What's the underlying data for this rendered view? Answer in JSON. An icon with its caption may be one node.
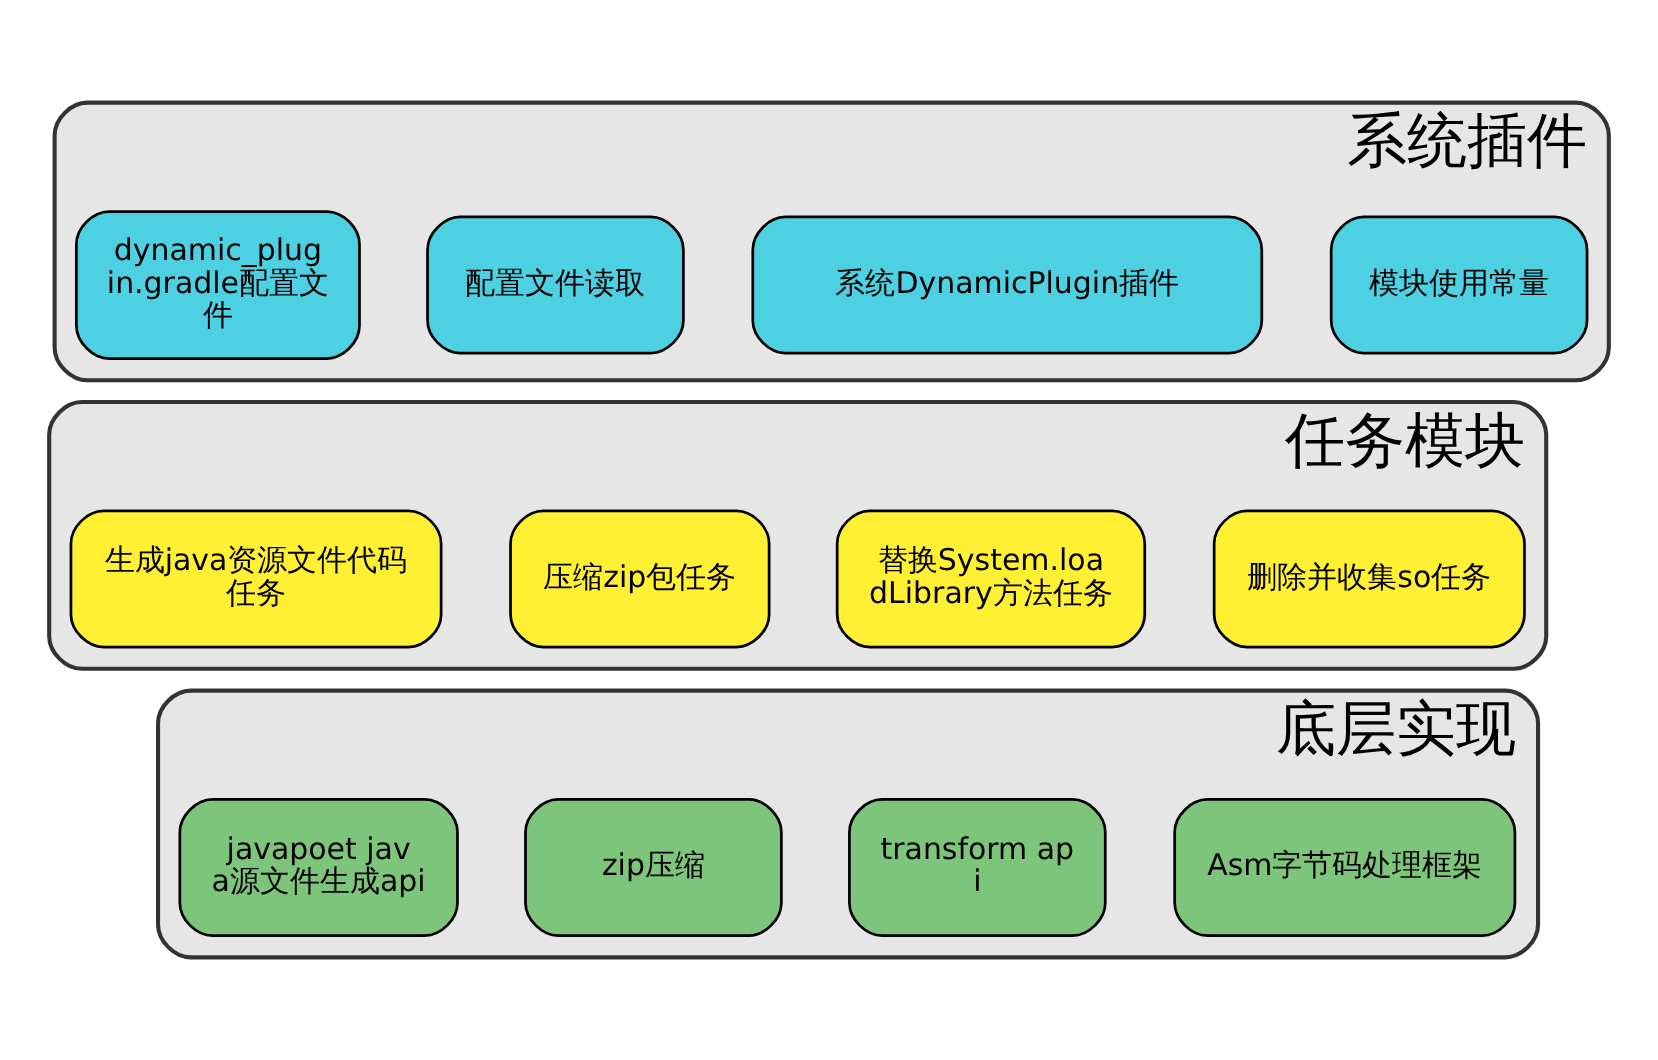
{
  "diagram": {
    "nodes": [
      {
        "text": [
          "系统插件"
        ]
      },
      {
        "text": [
          "模块使用常量"
        ],
        "in": 0
      },
      {
        "text": [
          "系统DynamicPlugin插件"
        ],
        "in": 0
      },
      {
        "text": [
          "配置文件读取"
        ],
        "in": 0
      },
      {
        "text": [
          "dynamic_plugin.gradle配置文件"
        ],
        "in": 0
      },
      {
        "text": [
          "任务模块"
        ]
      },
      {
        "text": [
          "删除并收集so任务"
        ],
        "in": 5
      },
      {
        "text": [
          "替换System.loadLibrary方法任务"
        ],
        "in": 5
      },
      {
        "text": [
          "压缩zip包任务"
        ],
        "in": 5
      },
      {
        "text": [
          "生成java资源文件代码任务"
        ],
        "in": 5
      },
      {
        "text": [
          "底层实现"
        ]
      },
      {
        "text": [
          "Asm字节码处理框架"
        ],
        "in": 10
      },
      {
        "text": [
          "transform api"
        ],
        "in": 10
      },
      {
        "text": [
          "zip压缩"
        ],
        "in": 10
      },
      {
        "text": [
          "javapoet java源文件生成api"
        ],
        "in": 10
      }
    ],
    "edges": []
  }
}
